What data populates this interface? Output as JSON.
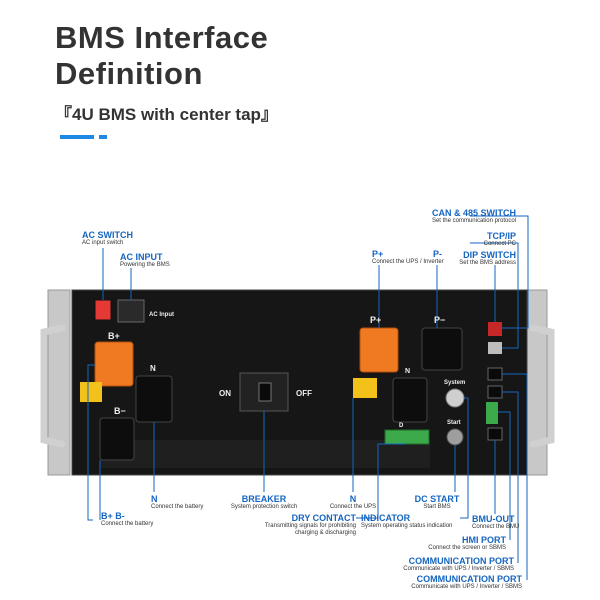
{
  "header": {
    "title_line1": "BMS Interface",
    "title_line2": "Definition",
    "subtitle": "『4U BMS with center tap』"
  },
  "panel_text": {
    "ac_input": "AC Input",
    "b_plus": "B+",
    "b_minus": "B−",
    "n_left": "N",
    "on": "ON",
    "off": "OFF",
    "p_plus": "P+",
    "p_minus": "P−",
    "n_right": "N",
    "system": "System",
    "start": "Start",
    "d_label": "D"
  },
  "labels": {
    "ac_switch": {
      "name": "AC SWITCH",
      "desc": "AC input switch"
    },
    "ac_input": {
      "name": "AC INPUT",
      "desc": "Powering the BMS"
    },
    "p_plus": {
      "name": "P+",
      "desc": "Connect the UPS / Inverter"
    },
    "p_minus": {
      "name": "P-",
      "desc": ""
    },
    "can_485_switch": {
      "name": "CAN & 485 SWITCH",
      "desc": "Set the communication protocol"
    },
    "tcp_ip": {
      "name": "TCP/IP",
      "desc": "Connect PC"
    },
    "dip_switch": {
      "name": "DIP SWITCH",
      "desc": "Set the BMS address"
    },
    "n_battery": {
      "name": "N",
      "desc": "Connect the battery"
    },
    "b_plus_minus": {
      "name": "B+ B-",
      "desc": "Connect the battery"
    },
    "breaker": {
      "name": "BREAKER",
      "desc": "System protection switch"
    },
    "n_ups": {
      "name": "N",
      "desc": "Connect the UPS"
    },
    "dry_contact": {
      "name": "DRY CONTACT",
      "desc1": "Transmitting signals for prohibiting",
      "desc2": "charging & discharging"
    },
    "dc_start": {
      "name": "DC START",
      "desc": "Start BMS"
    },
    "indicator": {
      "name": "INDICATOR",
      "desc": "System operating status indication"
    },
    "bmu_out": {
      "name": "BMU-OUT",
      "desc": "Connect the BMU"
    },
    "hmi_port": {
      "name": "HMI PORT",
      "desc": "Connect the screen or SBMS"
    },
    "comm_port_1": {
      "name": "COMMUNICATION PORT",
      "desc": "Communicate with UPS / Inverter / SBMS"
    },
    "comm_port_2": {
      "name": "COMMUNICATION PORT",
      "desc": "Communicate with UPS / Inverter / SBMS"
    }
  },
  "colors": {
    "accent": "#1565c0",
    "panel": "#161616",
    "orange_terminal": "#f07a22",
    "green_connector": "#3caa4a",
    "red_switch": "#e53935"
  }
}
